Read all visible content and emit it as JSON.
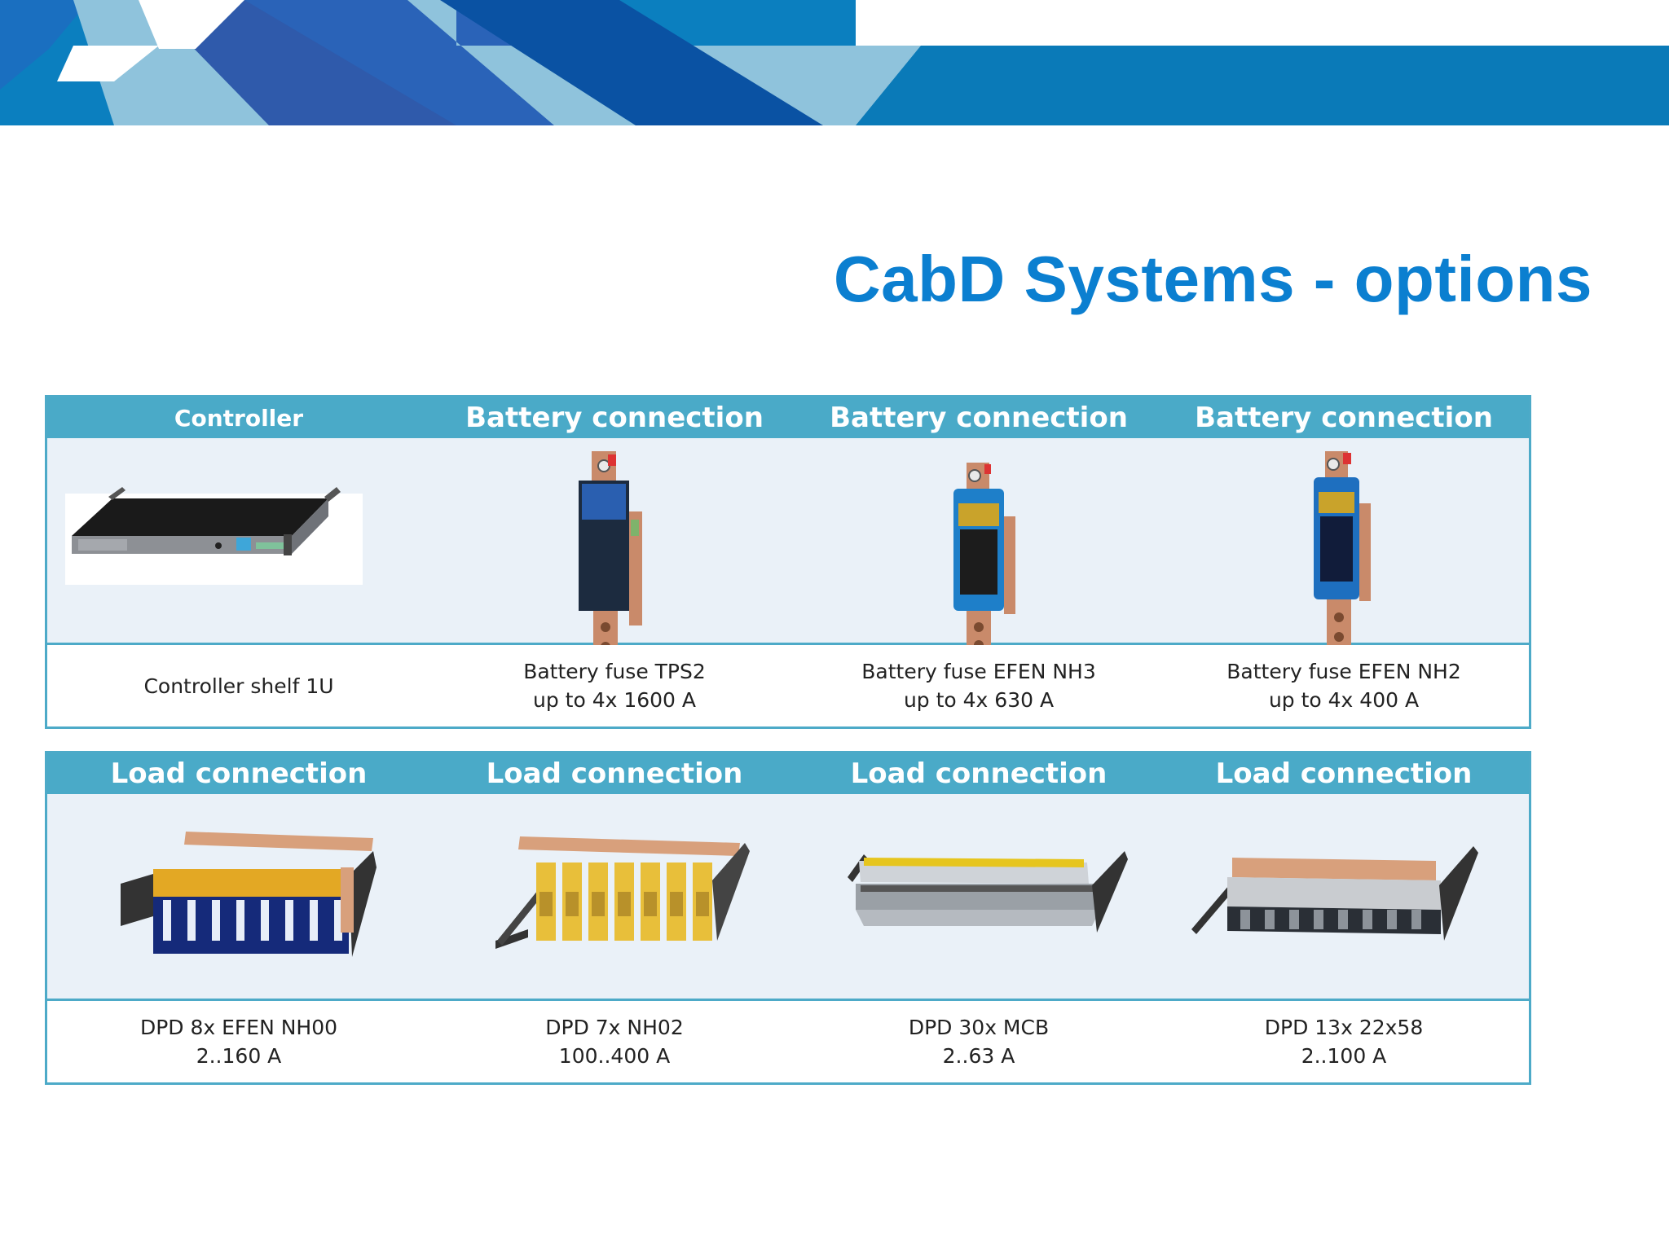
{
  "title": "CabD Systems - options",
  "colors": {
    "title": "#0b7fd0",
    "header_bar": "#4aaac8",
    "border": "#4daac8",
    "image_bg": "#eaf1f8"
  },
  "table_top": {
    "headers": [
      "Controller",
      "Battery connection",
      "Battery connection",
      "Battery connection"
    ],
    "captions": [
      [
        "Controller shelf 1U",
        ""
      ],
      [
        "Battery fuse TPS2",
        "up to 4x 1600 A"
      ],
      [
        "Battery fuse EFEN NH3",
        "up to 4x 630 A"
      ],
      [
        "Battery fuse EFEN NH2",
        "up to 4x 400 A"
      ]
    ],
    "images": [
      "controller-shelf-image",
      "battery-fuse-tps2-image",
      "battery-fuse-nh3-image",
      "battery-fuse-nh2-image"
    ]
  },
  "table_bottom": {
    "headers": [
      "Load connection",
      "Load connection",
      "Load connection",
      "Load connection"
    ],
    "captions": [
      [
        "DPD 8x EFEN NH00",
        "2..160 A"
      ],
      [
        "DPD 7x NH02",
        "100..400 A"
      ],
      [
        "DPD 30x MCB",
        "2..63 A"
      ],
      [
        "DPD 13x 22x58",
        "2..100 A"
      ]
    ],
    "images": [
      "dpd-efen-nh00-image",
      "dpd-nh02-image",
      "dpd-mcb-image",
      "dpd-22x58-image"
    ]
  }
}
